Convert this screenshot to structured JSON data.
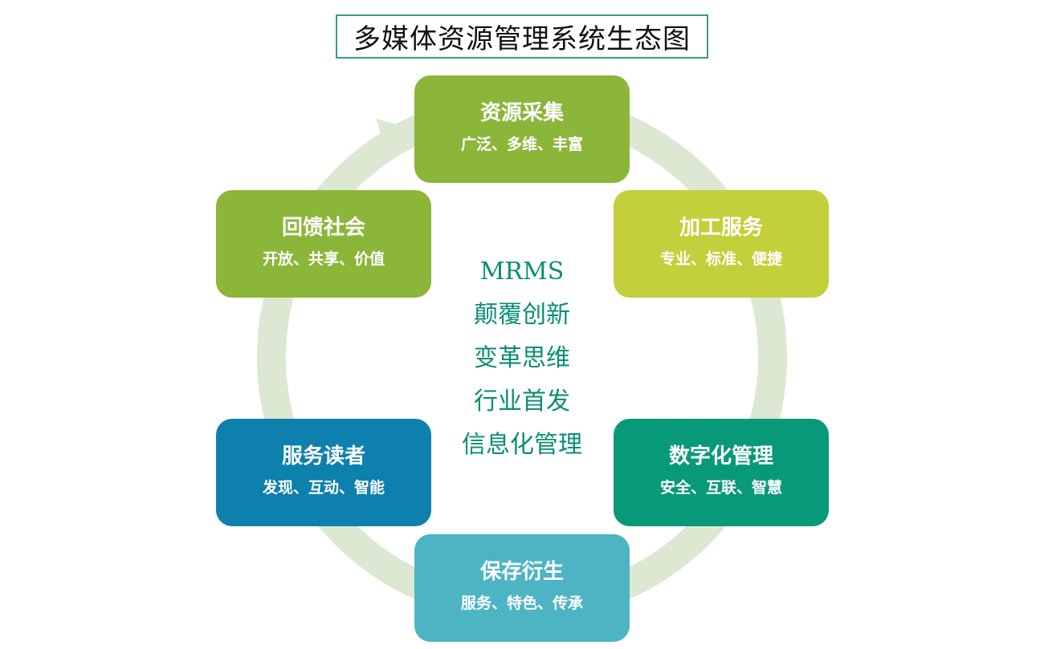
{
  "title": "多媒体资源管理系统生态图",
  "colors": {
    "ring": "#dce8d2",
    "title_border": "#3a9a88",
    "center_text": "#0a8e74",
    "node_resource": "#8cb63a",
    "node_processing": "#c3d03b",
    "node_digital": "#089a78",
    "node_preserve": "#4db4c4",
    "node_readers": "#0e80ad",
    "node_society": "#8cb63a"
  },
  "nodes": [
    {
      "title": "资源采集",
      "subtitle": "广泛、多维、丰富"
    },
    {
      "title": "加工服务",
      "subtitle": "专业、标准、便捷"
    },
    {
      "title": "数字化管理",
      "subtitle": "安全、互联、智慧"
    },
    {
      "title": "保存衍生",
      "subtitle": "服务、特色、传承"
    },
    {
      "title": "服务读者",
      "subtitle": "发现、互动、智能"
    },
    {
      "title": "回馈社会",
      "subtitle": "开放、共享、价值"
    }
  ],
  "center": {
    "lines": [
      "MRMS",
      "颠覆创新",
      "变革思维",
      "行业首发",
      "信息化管理"
    ]
  }
}
